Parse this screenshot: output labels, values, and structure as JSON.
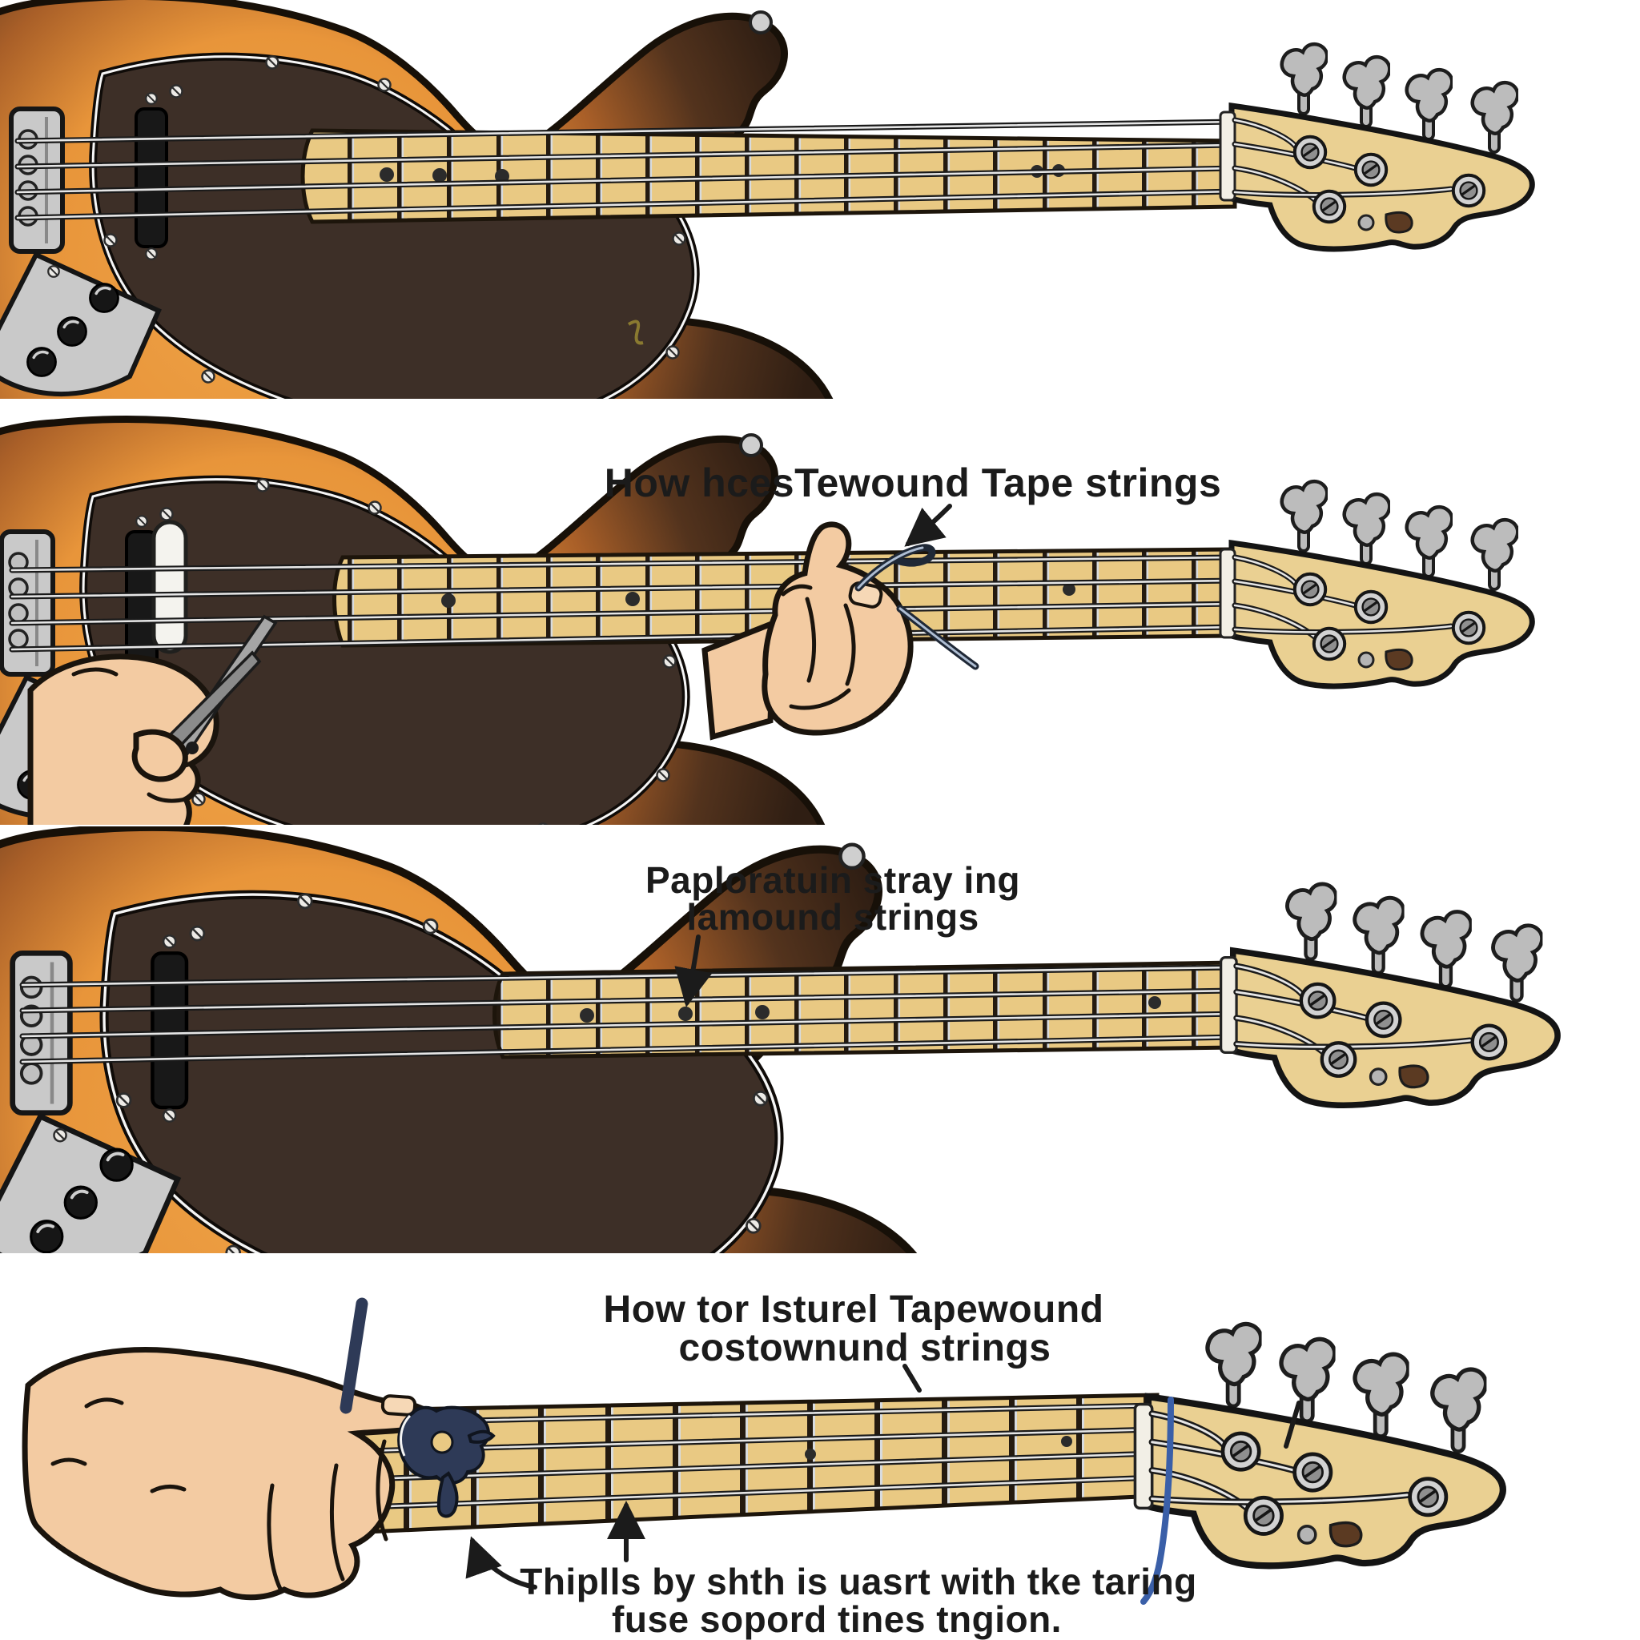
{
  "figure": {
    "type": "instructional illustration",
    "subject": "Bass guitar tapewound string installation, four step panels",
    "panel_count": 4
  },
  "panels": [
    {
      "name": "step-1-bass-overview",
      "title": ""
    },
    {
      "name": "step-2-gripping-cut-string",
      "title": "How hcesTewound Tape strings"
    },
    {
      "name": "step-3-bass-with-label",
      "title_line1": "Paploratuin stray ing",
      "title_line2": "lamound strings"
    },
    {
      "name": "step-4-winding-strings",
      "title_line1": "How tor Isturel Tapewound",
      "title_line2": "costownund strings",
      "caption_line1": "Thiplls by shth is uasrt with tke taring",
      "caption_line2": "fuse sopord tines tngion."
    }
  ],
  "icons": [
    "bass-body-illustration",
    "fretboard-illustration",
    "headstock-illustration",
    "tuner-button-icon",
    "tuner-post-icon",
    "bridge-icon",
    "control-knob-icon",
    "pickup-icon",
    "scissors-icon",
    "string-winder-icon",
    "annotation-arrow",
    "hand-illustration",
    "loose-string-illustration"
  ],
  "colors": {
    "bg": "#ffffff",
    "text": "#1b1b1b",
    "outline": "#1a140d",
    "body_orange": "#e8953a",
    "body_shadow": "#53331d",
    "body_dark": "#2f1e13",
    "pickguard": "#3d2f27",
    "pickguard_edge": "#f5f5f5",
    "maple": "#e9c983",
    "fret_dark": "#241a10",
    "fret_silver": "#d8dbde",
    "string_core": "#e6e6e6",
    "headstock": "#ead092",
    "tuner_gray": "#bcbcbc",
    "chrome": "#c9c9c9",
    "knob": "#161616",
    "skin": "#f3cba2",
    "tool_navy": "#2e3a57",
    "loose_string_blue": "#3a5fa8",
    "scissors_gray": "#a5a5a5"
  }
}
